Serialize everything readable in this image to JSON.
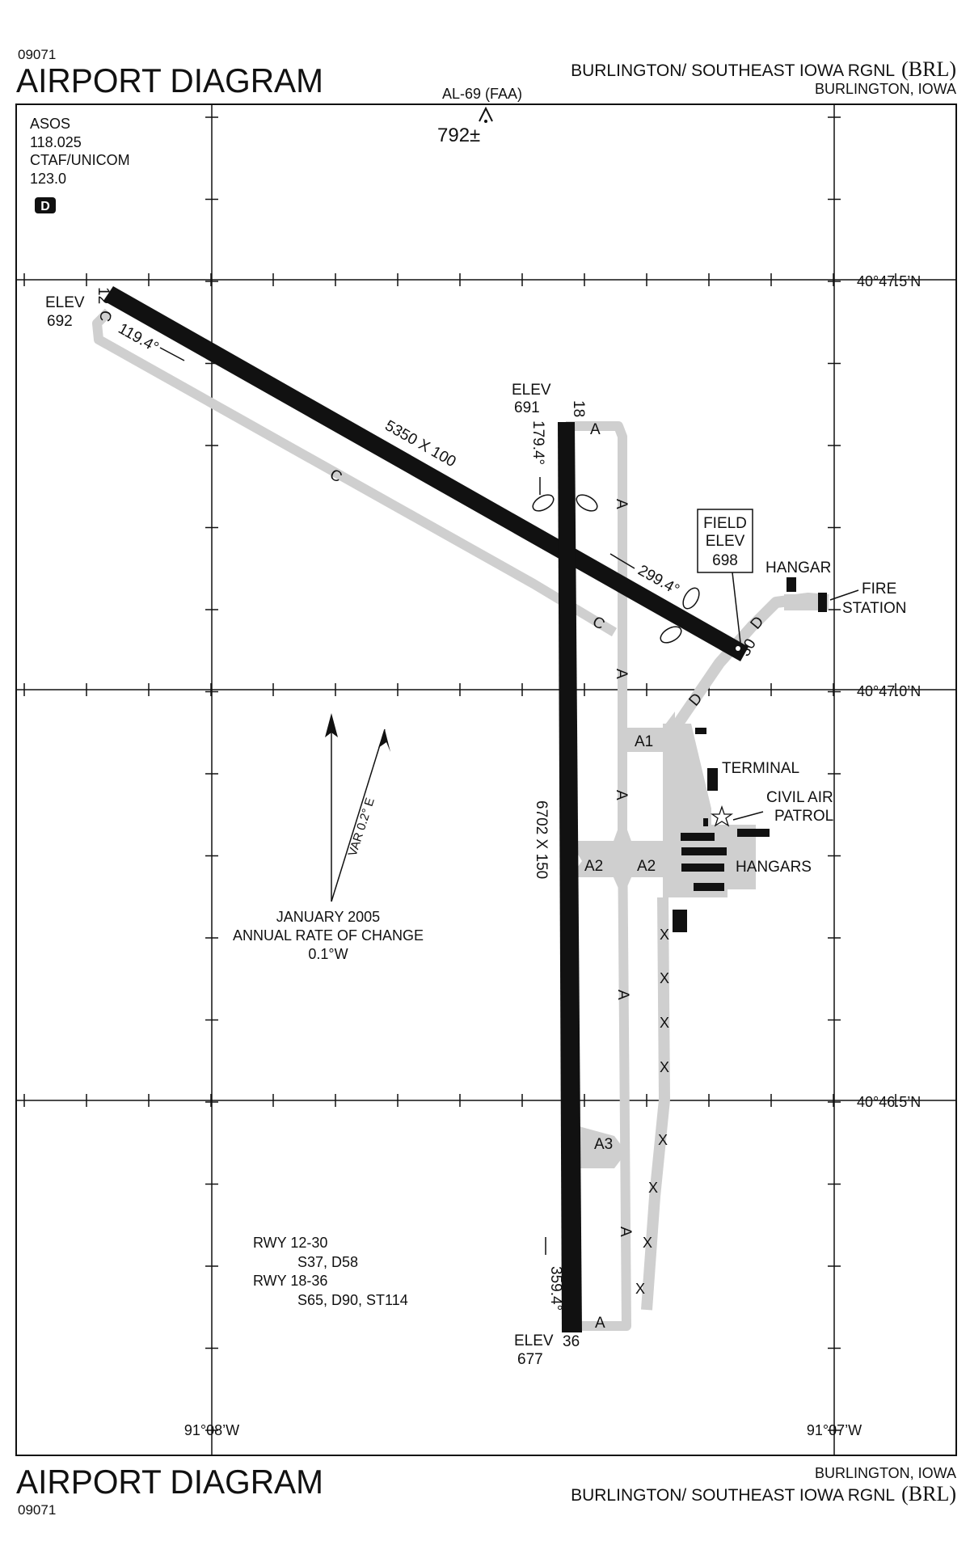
{
  "header": {
    "chart_number": "09071",
    "title": "AIRPORT DIAGRAM",
    "airport_name": "BURLINGTON/ SOUTHEAST IOWA RGNL",
    "airport_id": "(BRL)",
    "city_state": "BURLINGTON, IOWA",
    "procedure": "AL-69 (FAA)",
    "obstacle": "792±"
  },
  "comms": {
    "asos_label": "ASOS",
    "asos_freq": "118.025",
    "ctaf_label": "CTAF/UNICOM",
    "ctaf_freq": "123.0",
    "d_badge": "D"
  },
  "runways": {
    "rwy12": {
      "end_label": "12",
      "elev_label": "ELEV",
      "elev": "692",
      "heading": "119.4°"
    },
    "rwy30": {
      "end_label": "30",
      "heading": "299.4°"
    },
    "rwy18": {
      "end_label": "18",
      "elev_label": "ELEV",
      "elev": "691",
      "heading": "179.4°"
    },
    "rwy36": {
      "end_label": "36",
      "elev_label": "ELEV",
      "elev": "677",
      "heading": "359.4°"
    },
    "dim_12_30": "5350 X 100",
    "dim_18_36": "6702 X 150"
  },
  "field_elev": {
    "line1": "FIELD",
    "line2": "ELEV",
    "value": "698"
  },
  "taxiways": {
    "A": "A",
    "A1": "A1",
    "A2": "A2",
    "A3": "A3",
    "C": "C",
    "D": "D",
    "closed": "X"
  },
  "facilities": {
    "hangar": "HANGAR",
    "fire_station_1": "FIRE",
    "fire_station_2": "STATION",
    "terminal": "TERMINAL",
    "cap_1": "CIVIL AIR",
    "cap_2": "PATROL",
    "hangars": "HANGARS"
  },
  "magvar": {
    "var": "VAR 0.2° E",
    "date": "JANUARY 2005",
    "rate_label": "ANNUAL RATE OF CHANGE",
    "rate": "0.1°W"
  },
  "strength": {
    "rwy1": "RWY 12-30",
    "rwy1_val": "S37, D58",
    "rwy2": "RWY 18-36",
    "rwy2_val": "S65, D90, ST114"
  },
  "coordinates": {
    "lat_1": "40°47.5’N",
    "lat_2": "40°47.0’N",
    "lat_3": "40°46.5’N",
    "lon_1": "91°08’W",
    "lon_2": "91°07’W"
  },
  "colors": {
    "runway": "#111111",
    "taxiway": "#cfcfcf",
    "ink": "#111111"
  }
}
